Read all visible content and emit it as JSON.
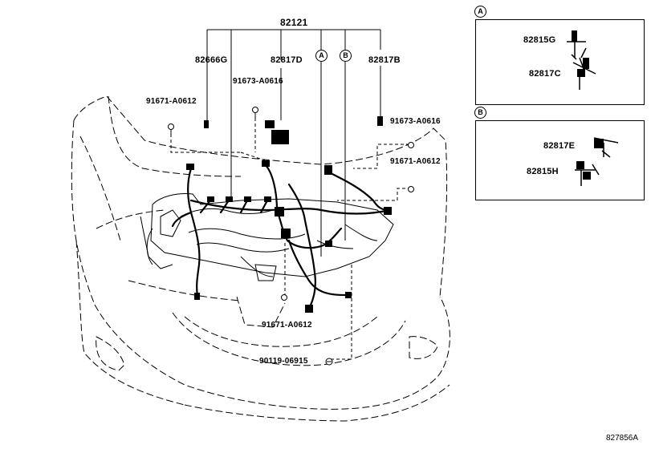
{
  "main_part": "82121",
  "callouts": {
    "c1": "82666G",
    "c2": "82817D",
    "c3": "82817B",
    "c4": "91673-A0616",
    "c5": "91671-A0612",
    "c6": "91673-A0616",
    "c7": "91671-A0612",
    "c8": "91671-A0612",
    "c9": "90119-06915"
  },
  "markers": {
    "a": "A",
    "b": "B"
  },
  "detail_a": {
    "marker": "A",
    "parts": [
      "82815G",
      "82817C"
    ]
  },
  "detail_b": {
    "marker": "B",
    "parts": [
      "82817E",
      "82815H"
    ]
  },
  "figure_code": "827856A"
}
